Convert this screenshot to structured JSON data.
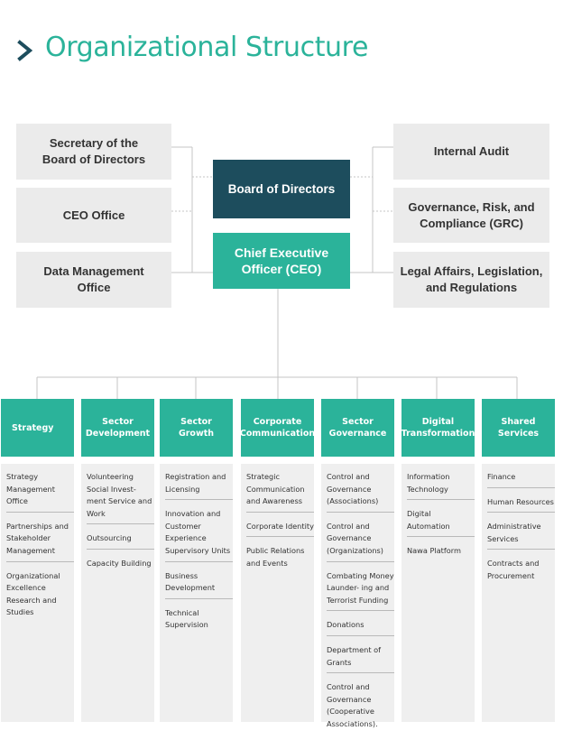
{
  "page": {
    "title": "Organizational Structure"
  },
  "top": {
    "board": "Board of Directors",
    "ceo": "Chief Executive Officer (CEO)"
  },
  "left_boxes": [
    "Secretary of the Board of Directors",
    "CEO Office",
    "Data Management Office"
  ],
  "right_boxes": [
    "Internal Audit",
    "Governance, Risk, and Compliance (GRC)",
    "Legal Affairs, Legislation, and Regulations"
  ],
  "sectors": [
    {
      "name": "Strategy",
      "items": [
        "Strategy Management Office",
        "Partnerships and Stakeholder Management",
        "Organizational Excellence Research and Studies"
      ]
    },
    {
      "name": "Sector Development",
      "items": [
        "Volunteering Social Invest- ment Service and Work",
        "Outsourcing",
        "Capacity Building"
      ]
    },
    {
      "name": "Sector Growth",
      "items": [
        "Registration and Licensing",
        "Innovation and Customer Experience Supervisory Units",
        "Business Development",
        "Technical Supervision"
      ]
    },
    {
      "name": "Corporate Communication",
      "items": [
        "Strategic Communication and Awareness",
        "Corporate Identity",
        "Public Relations and Events"
      ]
    },
    {
      "name": "Sector Governance",
      "items": [
        "Control and Governance (Associations)",
        "Control and Governance (Organizations)",
        "Combating Money Launder- ing and Terrorist Funding",
        "Donations",
        "Department of Grants",
        "Control and Governance (Cooperative Associations)."
      ]
    },
    {
      "name": "Digital Transformation",
      "items": [
        "Information Technology",
        "Digital Automation",
        "Nawa Platform"
      ]
    },
    {
      "name": "Shared Services",
      "items": [
        "Finance",
        "Human Resources",
        "Administrative Services",
        "Contracts and Procurement"
      ]
    }
  ],
  "colors": {
    "teal": "#2bb39a",
    "navy": "#1d4d5d",
    "grey": "#ebebeb",
    "line": "#c4c4c4"
  }
}
